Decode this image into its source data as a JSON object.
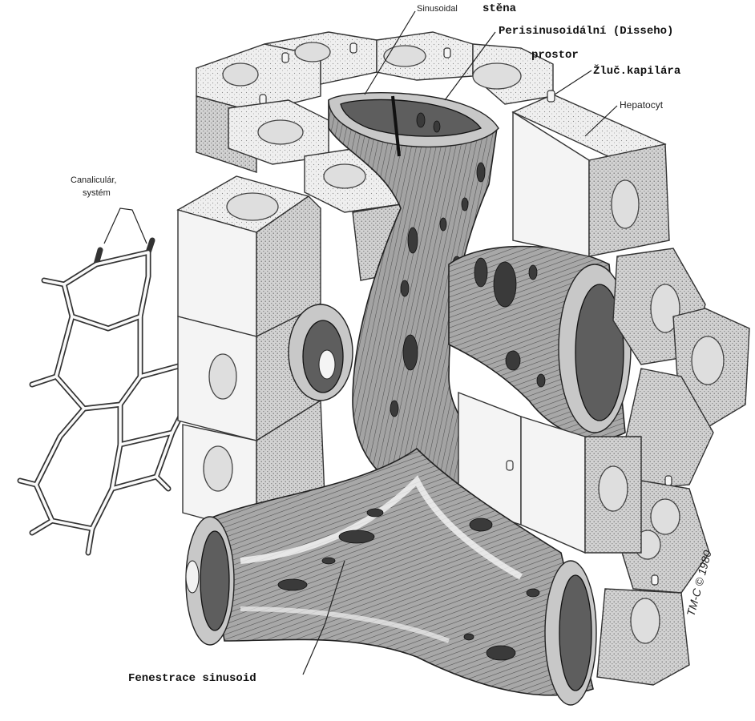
{
  "labels": {
    "sinusoidal_wall_part1": "Sinusoidal",
    "sinusoidal_wall_part2": "stěna",
    "perisinusoidal_line1": "Perisinusoidální (Disseho)",
    "perisinusoidal_line2": "prostor",
    "bile_capillary": "Žluč.kapilára",
    "hepatocyte": "Hepatocyt",
    "canalicular_line1": "Canaliculár,",
    "canalicular_line2": "systém",
    "fenestrated_sinusoid": "Fenestrace sinusoid"
  },
  "signature": "TM-C © 1980",
  "colors": {
    "ink": "#222222",
    "paper": "#ffffff",
    "cell_fill": "#f4f4f4",
    "vessel_fill": "#9a9a9a"
  }
}
